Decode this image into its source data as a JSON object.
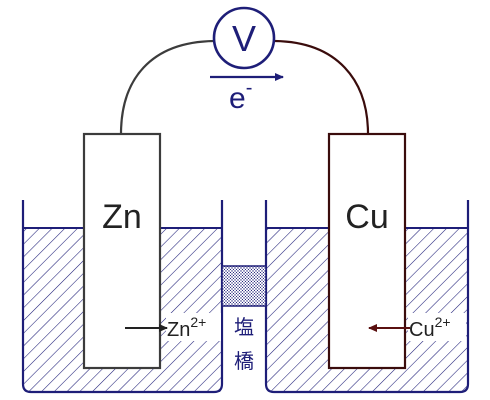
{
  "voltmeter": {
    "symbol": "V"
  },
  "electron": {
    "label": "e",
    "charge": "-"
  },
  "electrodes": {
    "anode": {
      "label": "Zn",
      "ion": "Zn",
      "ion_charge": "2+"
    },
    "cathode": {
      "label": "Cu",
      "ion": "Cu",
      "ion_charge": "2+"
    }
  },
  "salt_bridge": {
    "label_line1": "塩",
    "label_line2": "橋"
  },
  "colors": {
    "zn_outline": "#3c3c3c",
    "cu_outline": "#3a0c0c",
    "voltmeter": "#1e1e78",
    "wire_left": "#3c3c3c",
    "wire_right": "#3a0c0c",
    "beaker": "#1e1e78",
    "ion_arrow_zn": "#222222",
    "ion_arrow_cu": "#5a1010",
    "electron_arrow": "#1e1e78",
    "hatch": "#1e1e78"
  }
}
